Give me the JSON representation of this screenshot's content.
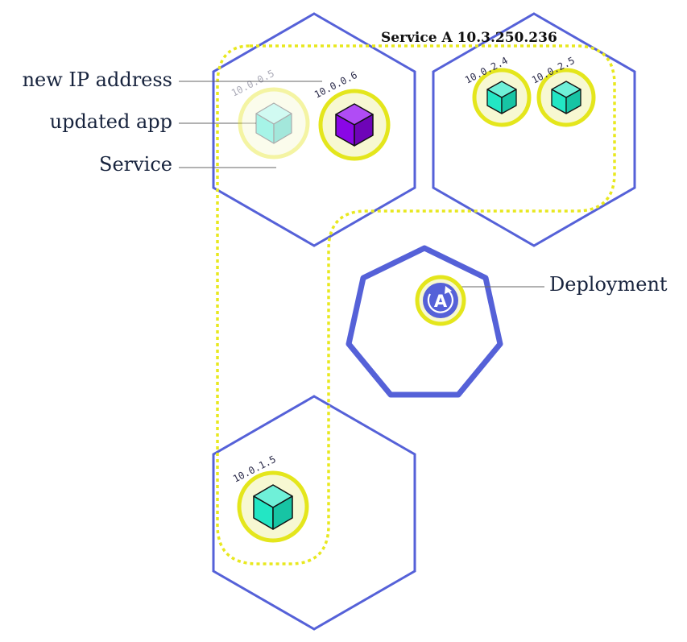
{
  "colors": {
    "node_outline": "#5561d8",
    "service_outline": "#e8e81e",
    "pod_ring": "#e4e61c",
    "pod_fill": "#f7f8d2",
    "app_teal": "#23e6c4",
    "app_purple": "#8a06e6",
    "leader_line": "#666666"
  },
  "service": {
    "title": "Service A 10.3.250.236"
  },
  "callouts": {
    "new_ip": "new IP address",
    "updated_app": "updated app",
    "service": "Service",
    "deployment": "Deployment"
  },
  "deployment": {
    "glyph": "A",
    "icon": "deployment-icon"
  },
  "pods": [
    {
      "ip": "10.0.0.5",
      "app": "old-app-cube",
      "state": "terminating"
    },
    {
      "ip": "10.0.0.6",
      "app": "updated-app-cube",
      "state": "running"
    },
    {
      "ip": "10.0.2.4",
      "app": "app-cube",
      "state": "running"
    },
    {
      "ip": "10.0.2.5",
      "app": "app-cube",
      "state": "running"
    },
    {
      "ip": "10.0.1.5",
      "app": "app-cube",
      "state": "running"
    }
  ]
}
